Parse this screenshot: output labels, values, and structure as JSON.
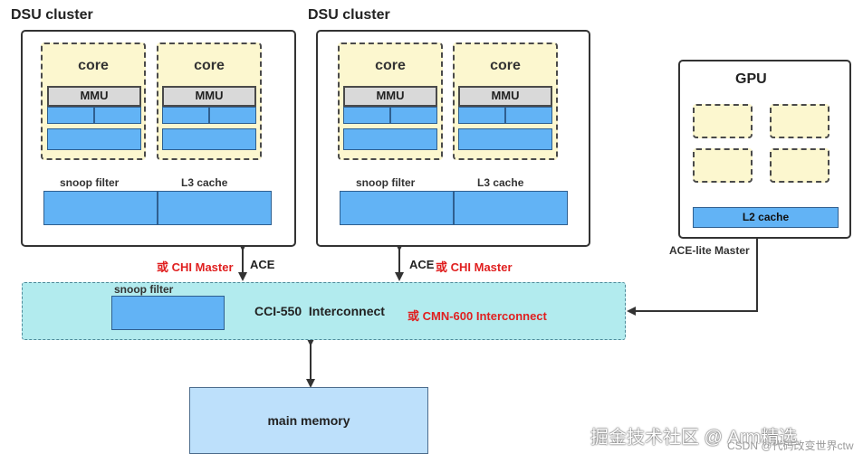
{
  "clusters": [
    {
      "title": "DSU cluster",
      "cores": [
        {
          "label": "core",
          "mmu": "MMU"
        },
        {
          "label": "core",
          "mmu": "MMU"
        }
      ],
      "snoop_filter_label": "snoop filter",
      "l3_label": "L3 cache"
    },
    {
      "title": "DSU cluster",
      "cores": [
        {
          "label": "core",
          "mmu": "MMU"
        },
        {
          "label": "core",
          "mmu": "MMU"
        }
      ],
      "snoop_filter_label": "snoop filter",
      "l3_label": "L3 cache"
    }
  ],
  "gpu": {
    "title": "GPU",
    "l2_label": "L2 cache",
    "master_label": "ACE-lite Master"
  },
  "links": {
    "left_red": "或 CHI Master",
    "left_black": "ACE",
    "right_black": "ACE",
    "right_red": "或 CHI Master"
  },
  "interconnect": {
    "snoop_filter_label": "snoop filter",
    "name": "CCI-550  Interconnect",
    "alt_name": "或 CMN-600 Interconnect"
  },
  "memory": {
    "label": "main memory"
  },
  "watermark": {
    "primary": "掘金技术社区 @ Arm精选",
    "secondary": "CSDN @代码改变世界ctw"
  },
  "colors": {
    "core_fill": "#fcf7cf",
    "block_blue": "#62b3f5",
    "interconnect_fill": "#b2ebee",
    "memory_fill": "#bde0fb",
    "highlight_red": "#e02020"
  }
}
